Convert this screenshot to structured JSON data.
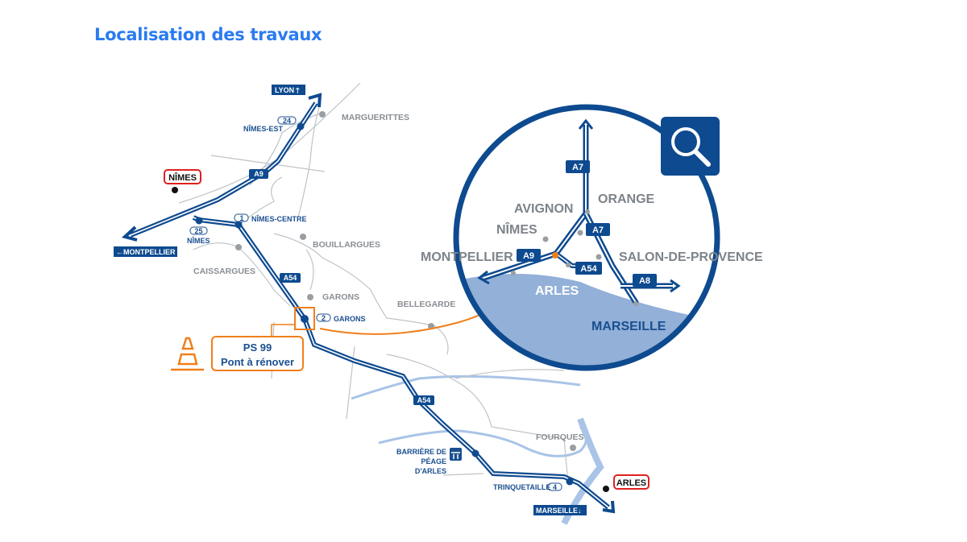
{
  "title": "Localisation des travaux",
  "colors": {
    "highway": "#0e4a8f",
    "accent": "#f07f1a",
    "city_frame": "#e0201f",
    "water": "#a9c4e6",
    "road": "#b8bcc0",
    "title": "#2b7bf0"
  },
  "map": {
    "directions": {
      "lyon": "LYON",
      "montpellier": "MONTPELLIER",
      "marseille": "MARSEILLE"
    },
    "cities": {
      "nimes": "NÎMES",
      "arles": "ARLES"
    },
    "towns": [
      "MARGUERITTES",
      "BOUILLARGUES",
      "CAISSARGUES",
      "GARONS",
      "BELLEGARDE",
      "FOURQUES"
    ],
    "highways": {
      "a9": "A9",
      "a54_1": "A54",
      "a54_2": "A54"
    },
    "exits": [
      {
        "number": "24",
        "name": "NÎMES-EST"
      },
      {
        "number": "1",
        "name": "NÎMES-CENTRE"
      },
      {
        "number": "25",
        "name": "NÎMES"
      },
      {
        "number": "2",
        "name": "GARONS"
      },
      {
        "number": "4",
        "name": "TRINQUETAILLE"
      }
    ],
    "toll": [
      "BARRIÈRE DE",
      "PÉAGE",
      "D'ARLES"
    ],
    "worksite": {
      "line1": "PS 99",
      "line2": "Pont à rénover"
    }
  },
  "inset": {
    "cities": {
      "avignon": "AVIGNON",
      "orange": "ORANGE",
      "nimes": "NÎMES",
      "montpellier": "MONTPELLIER",
      "salon": "SALON-DE-PROVENCE",
      "arles": "ARLES",
      "marseille": "MARSEILLE"
    },
    "highways": {
      "a7_top": "A7",
      "a7": "A7",
      "a9": "A9",
      "a54": "A54",
      "a8": "A8"
    }
  }
}
